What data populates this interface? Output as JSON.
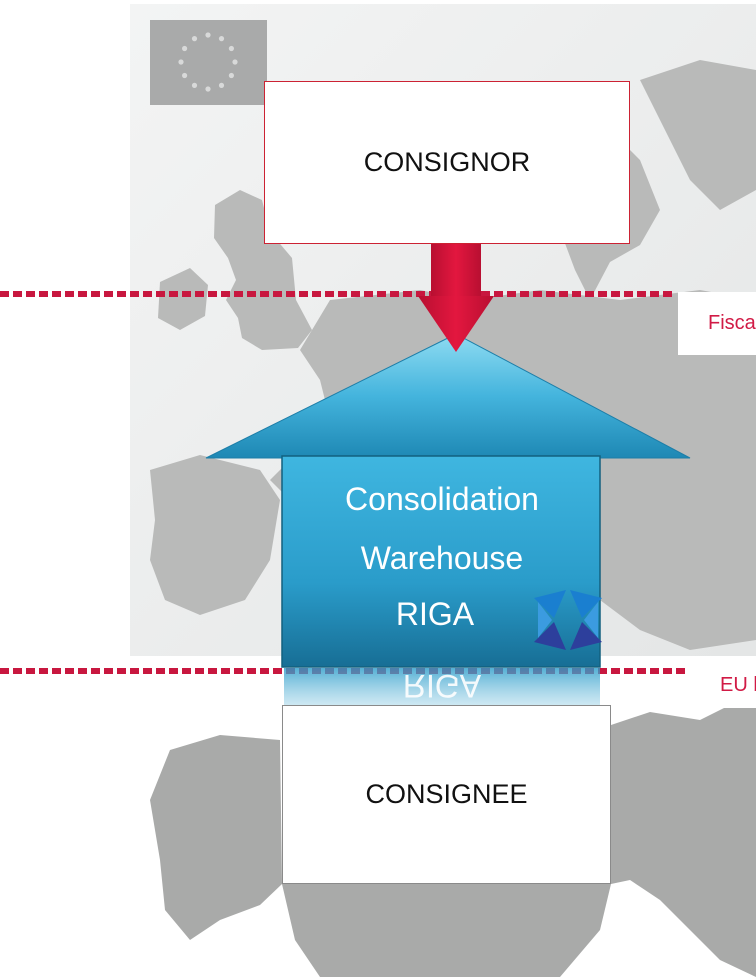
{
  "consignor": {
    "label": "CONSIGNOR"
  },
  "consignee": {
    "label": "CONSIGNEE"
  },
  "warehouse": {
    "line1": "Consolidation",
    "line2": "Warehouse",
    "line3": "RIGA",
    "reflection": "RIGA"
  },
  "boundaries": {
    "fiscal_label": "Fiscal border",
    "customs_label": "EU border"
  },
  "colors": {
    "arrow": "#dc143c",
    "dotted_line": "#c8173f",
    "warehouse_fill": "#2fa3cf",
    "roof_fill": "#4cb6dc",
    "map_land": "#b9bab9",
    "map_water": "#e9eaea"
  },
  "icons": {
    "eu_flag": "eu-flag-icon",
    "logo": "company-logo-icon"
  }
}
